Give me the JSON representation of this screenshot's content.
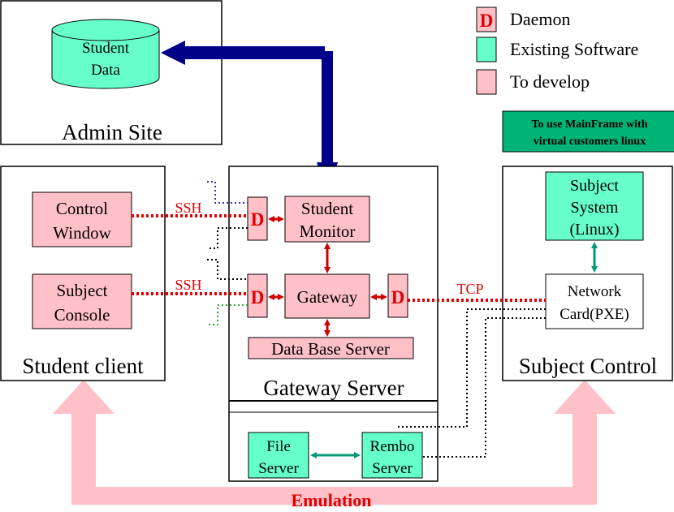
{
  "legend": {
    "daemon_glyph": "D",
    "daemon_label": "Daemon",
    "existing_label": "Existing Software",
    "develop_label": "To develop"
  },
  "mainframe_note": {
    "line1": "To use MainFrame with",
    "line2": "virtual customers linux"
  },
  "admin_site": {
    "title": "Admin Site",
    "student_data": {
      "line1": "Student",
      "line2": "Data"
    }
  },
  "student_client": {
    "title": "Student client",
    "control_window": {
      "line1": "Control",
      "line2": "Window"
    },
    "subject_console": {
      "line1": "Subject",
      "line2": "Console"
    }
  },
  "gateway_server": {
    "title": "Gateway Server",
    "daemon_glyph": "D",
    "student_monitor": {
      "line1": "Student",
      "line2": "Monitor"
    },
    "gateway": "Gateway",
    "database": "Data Base Server",
    "file_server": {
      "line1": "File",
      "line2": "Server"
    },
    "rembo_server": {
      "line1": "Rembo",
      "line2": "Server"
    }
  },
  "subject_control": {
    "title": "Subject Control",
    "subject_system": {
      "line1": "Subject",
      "line2": "System",
      "line3": "(Linux)"
    },
    "network_card": {
      "line1": "Network",
      "line2": "Card(PXE)"
    }
  },
  "links": {
    "ssh_top": "SSH",
    "ssh_bottom": "SSH",
    "tcp": "TCP",
    "emulation": "Emulation"
  },
  "colors": {
    "existing": "#66ffcc",
    "develop": "#ffc0c8",
    "note": "#00b377",
    "navy": "#00008b",
    "red": "#e00000",
    "pink_arrow": "#ffc0c8"
  }
}
